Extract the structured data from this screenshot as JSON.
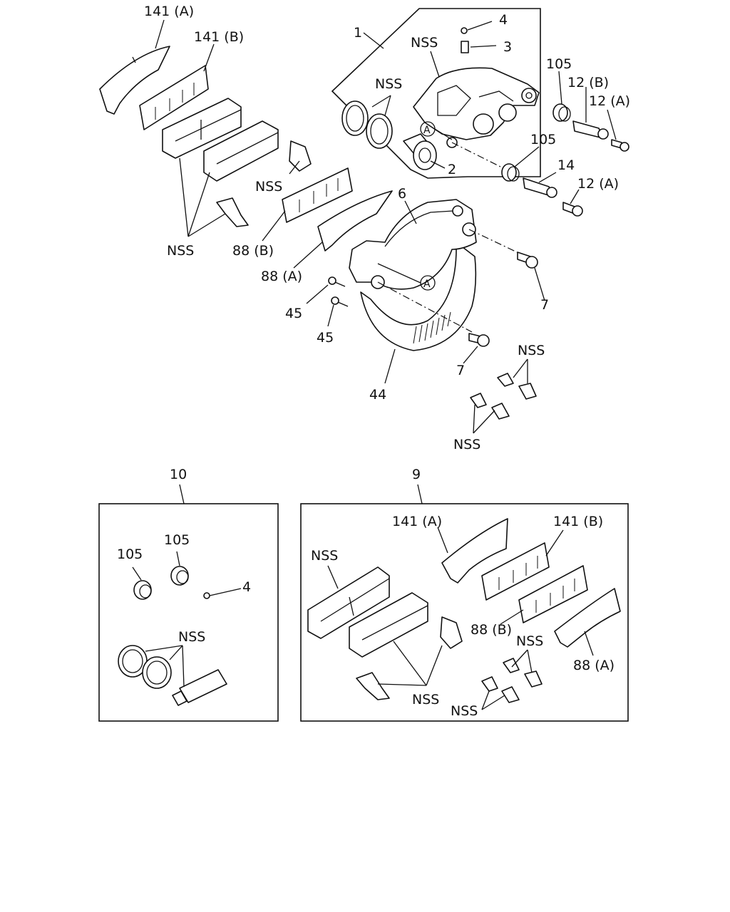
{
  "callouts": {
    "c141a_top": "141 (A)",
    "c141b_top": "141 (B)",
    "c1": "1",
    "c4_top": "4",
    "c3": "3",
    "nss_caliper": "NSS",
    "nss_seals": "NSS",
    "c105_top": "105",
    "c12b": "12 (B)",
    "c12a_top": "12 (A)",
    "c105_mid": "105",
    "c14": "14",
    "c12a_mid": "12 (A)",
    "c2": "2",
    "ref_a1": "A",
    "ref_a2": "A",
    "nss_clip_top": "NSS",
    "nss_pads_left": "NSS",
    "c88b_top": "88 (B)",
    "c88a_top": "88 (A)",
    "c6": "6",
    "c7_right": "7",
    "c45_upper": "45",
    "c45_lower": "45",
    "c7_lower": "7",
    "c44": "44",
    "nss_clips_r1": "NSS",
    "nss_clips_r2": "NSS",
    "c10": "10",
    "c9": "9",
    "k10_105a": "105",
    "k10_105b": "105",
    "k10_4": "4",
    "k10_nss": "NSS",
    "k9_141a": "141 (A)",
    "k9_141b": "141 (B)",
    "k9_nss_pads": "NSS",
    "k9_88b": "88 (B)",
    "k9_nss_clip": "NSS",
    "k9_88a": "88 (A)",
    "k9_nss_low1": "NSS",
    "k9_nss_low2": "NSS"
  }
}
